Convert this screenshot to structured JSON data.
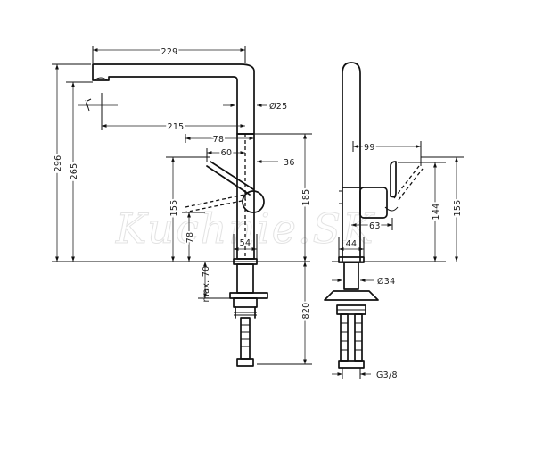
{
  "watermark": "Kuchnie.SK",
  "front_view": {
    "dimensions": {
      "spout_reach": "229",
      "spout_offset": "215",
      "spout_diameter": "Ø25",
      "lever_reach": "78",
      "lever_offset": "60",
      "body_offset": "36",
      "total_height": "296",
      "spout_height": "265",
      "lever_height": "155",
      "lever_base_height": "78",
      "body_height": "185",
      "body_width": "54",
      "max_deck": "max. 70",
      "hose_length": "820"
    }
  },
  "side_view": {
    "dimensions": {
      "lever_reach": "99",
      "base_offset": "63",
      "height_144": "144",
      "height_155": "155",
      "body_width": "44",
      "shank_diameter": "Ø34",
      "thread": "G3/8"
    }
  }
}
